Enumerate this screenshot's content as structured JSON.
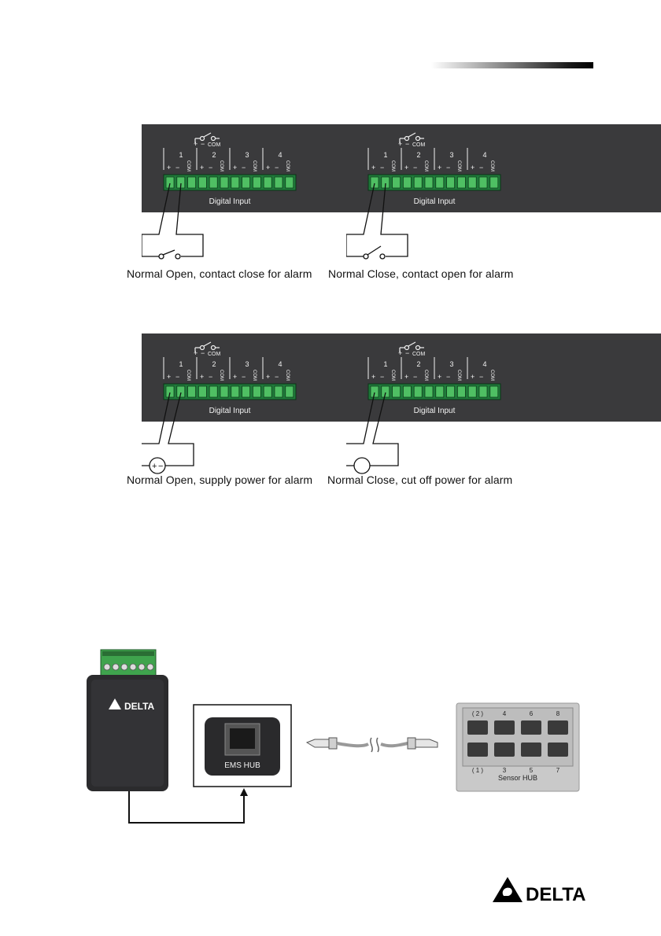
{
  "panel": {
    "top_label": "COM",
    "plus": "+",
    "minus": "−",
    "channels": [
      "1",
      "2",
      "3",
      "4"
    ],
    "terminal_label": "COM",
    "board_label": "Digital Input"
  },
  "captions": {
    "no_contact": "Normal Open, contact close for alarm",
    "nc_contact": "Normal Close, contact open for alarm",
    "no_power": "Normal Open, supply power for alarm",
    "nc_power": "Normal Close, cut off power for alarm"
  },
  "connection": {
    "brand": "DELTA",
    "ems_label": "EMS  HUB",
    "hub_ports_top": [
      "( 2 )",
      "4",
      "6",
      "8"
    ],
    "hub_ports_bottom": [
      "( 1 )",
      "3",
      "5",
      "7"
    ],
    "hub_label": "Sensor HUB"
  },
  "footer": {
    "brand": "DELTA"
  }
}
